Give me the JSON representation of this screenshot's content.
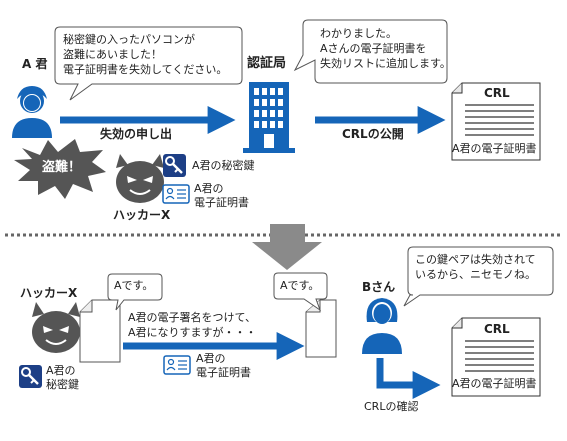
{
  "top": {
    "person_a_label": "A 君",
    "bubble_a": [
      "秘密鍵の入ったパソコンが",
      "盗難にあいました！",
      "電子証明書を失効してください。"
    ],
    "ca_label": "認証局",
    "bubble_ca": [
      "わかりました。",
      "Aさんの電子証明書を",
      "失効リストに追加します。"
    ],
    "arrow_revoke_label": "失効の申し出",
    "arrow_crl_label": "CRLの公開",
    "crl_title": "CRL",
    "crl_caption": "A君の電子証明書",
    "theft_label": "盗難！",
    "key_label": "A君の秘密鍵",
    "cert_label": [
      "A君の",
      "電子証明書"
    ],
    "hacker_label": "ハッカーX"
  },
  "bottom": {
    "hacker_label": "ハッカーX",
    "doc_left_text": "Aです。",
    "doc_right_text": "Aです。",
    "key_label": [
      "A君の",
      "秘密鍵"
    ],
    "sign_text": [
      "A君の電子署名をつけて、",
      "A君になりすますが・・・"
    ],
    "cert_label": [
      "A君の",
      "電子証明書"
    ],
    "person_b_label": "Bさん",
    "bubble_b": [
      "この鍵ペアは失効されて",
      "いるから、ニセモノね。"
    ],
    "crl_title": "CRL",
    "crl_caption": "A君の電子証明書",
    "crl_check_label": "CRLの確認"
  },
  "colors": {
    "blue": "#1565b8",
    "navy": "#1d3f86",
    "gray": "#808080",
    "dark": "#555555"
  }
}
